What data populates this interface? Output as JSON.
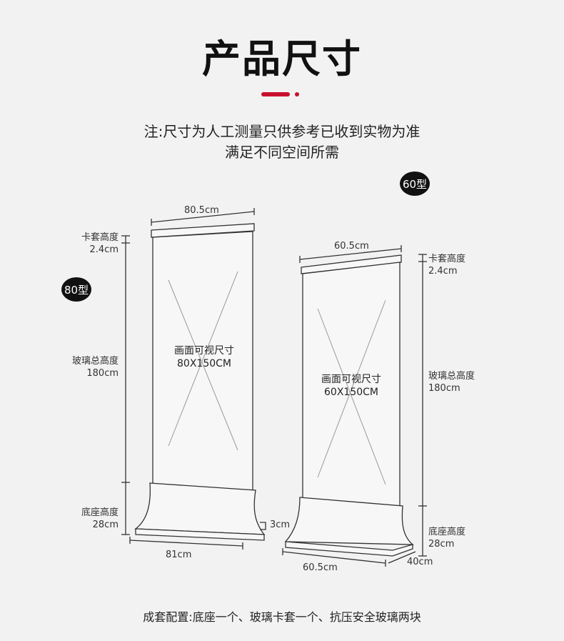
{
  "title": "产品尺寸",
  "colors": {
    "accent": "#c8102e",
    "line": "#333333",
    "frame_fill": "#f7f7f7"
  },
  "note": {
    "line1": "注:尺寸为人工测量只供参考已收到实物为准",
    "line2": "满足不同空间所需"
  },
  "models": {
    "m80": {
      "badge": "80型",
      "top_width": "80.5cm",
      "cap_label": "卡套高度",
      "cap_value": "2.4cm",
      "glass_label": "玻璃总高度",
      "glass_value": "180cm",
      "base_label": "底座高度",
      "base_value": "28cm",
      "depth_value": "3cm",
      "base_width": "81cm",
      "view_label": "画面可视尺寸",
      "view_value": "80X150CM"
    },
    "m60": {
      "badge": "60型",
      "top_width": "60.5cm",
      "cap_label": "卡套高度",
      "cap_value": "2.4cm",
      "glass_label": "玻璃总高度",
      "glass_value": "180cm",
      "base_label": "底座高度",
      "base_value": "28cm",
      "base_width": "60.5cm",
      "base_depth": "40cm",
      "view_label": "画面可视尺寸",
      "view_value": "60X150CM"
    }
  },
  "footer": "成套配置:底座一个、玻璃卡套一个、抗压安全玻璃两块"
}
